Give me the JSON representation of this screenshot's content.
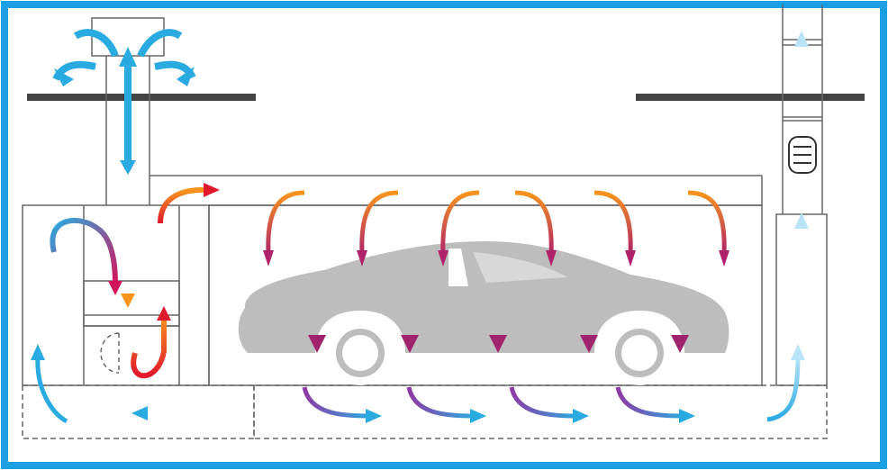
{
  "diagram": {
    "kind": "spray booth airflow schematic",
    "colors": {
      "frame": "#1aa1e4",
      "outline": "#555555",
      "roof": "#444444",
      "car": "#bdbdbd",
      "cool_air": "#29abe2",
      "hot_start": "#f7941d",
      "hot_end": "#e0182d",
      "exhaust": "#8e3aa5"
    },
    "components": [
      {
        "id": "intake-vent",
        "icon": "intake-hood"
      },
      {
        "id": "heater-unit",
        "icon": "burner-fan"
      },
      {
        "id": "plenum",
        "icon": "ceiling-plenum"
      },
      {
        "id": "booth-chamber",
        "icon": "booth"
      },
      {
        "id": "car",
        "icon": "car-silhouette"
      },
      {
        "id": "floor-pit",
        "icon": "dashed-pit"
      },
      {
        "id": "exhaust-stack",
        "icon": "exhaust-stack"
      },
      {
        "id": "exhaust-fan",
        "icon": "fan"
      }
    ],
    "flow": [
      "fresh-air-intake",
      "heated-supply",
      "downdraft",
      "floor-exhaust",
      "stack-exhaust"
    ]
  }
}
